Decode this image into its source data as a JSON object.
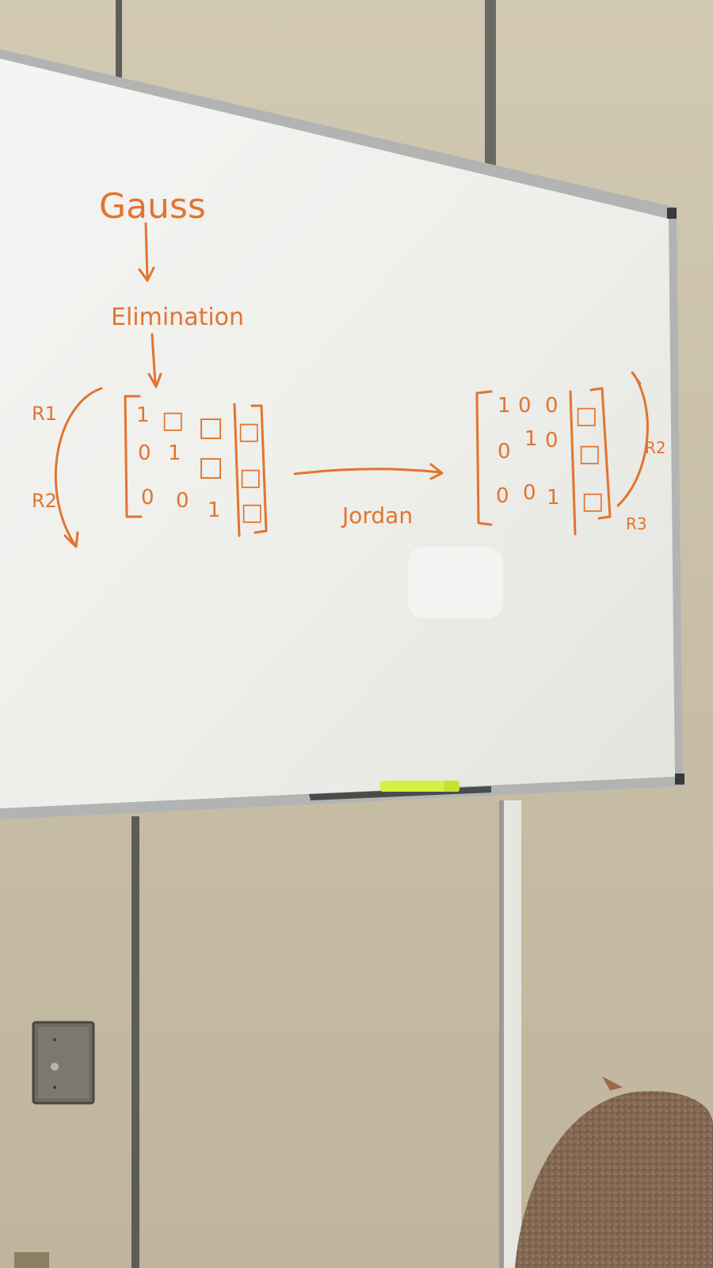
{
  "whiteboard": {
    "title": "Gauss",
    "subtitle": "Elimination",
    "transition_label": "Jordan",
    "left_matrix": {
      "rows": [
        [
          "1",
          "□",
          "□"
        ],
        [
          "0",
          "1",
          "□"
        ],
        [
          "0",
          "0",
          "1"
        ]
      ],
      "augmented": [
        "□",
        "□",
        "□"
      ]
    },
    "right_matrix": {
      "rows": [
        [
          "1",
          "0",
          "0"
        ],
        [
          "0",
          "1",
          "0"
        ],
        [
          "0",
          "0",
          "1"
        ]
      ],
      "augmented": [
        "□",
        "□",
        "□"
      ]
    },
    "row_labels_left": [
      "R1",
      "R2"
    ],
    "row_labels_right": [
      "R2",
      "R3"
    ]
  },
  "colors": {
    "marker": "#e2742f",
    "board": "#f2f2ef",
    "frame": "#a9abab",
    "wall": "#c9bfa9",
    "highlighter": "#d6f043"
  }
}
